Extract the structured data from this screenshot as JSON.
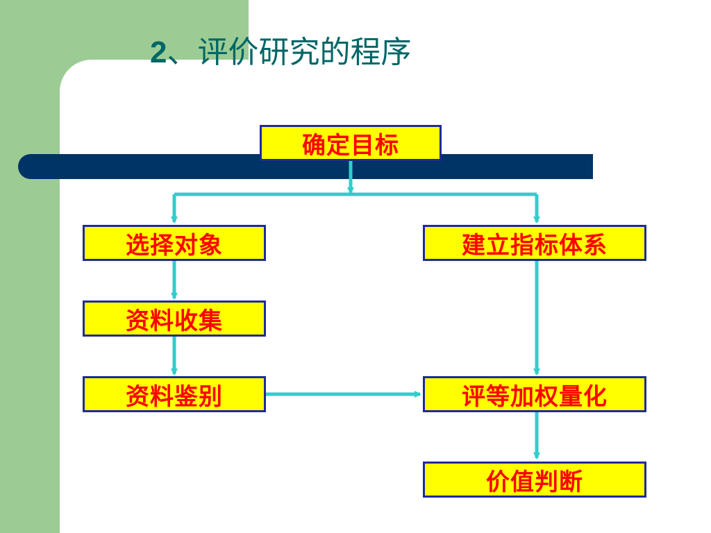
{
  "slide": {
    "title_number": "2",
    "title_text": "、评价研究的程序"
  },
  "flowchart": {
    "nodes": {
      "goal": "确定目标",
      "select_object": "选择对象",
      "build_index": "建立指标体系",
      "data_collect": "资料收集",
      "data_identify": "资料鉴别",
      "weight_quantify": "评等加权量化",
      "value_judge": "价值判断"
    },
    "edges": [
      [
        "确定目标",
        "选择对象"
      ],
      [
        "确定目标",
        "建立指标体系"
      ],
      [
        "选择对象",
        "资料收集"
      ],
      [
        "资料收集",
        "资料鉴别"
      ],
      [
        "资料鉴别",
        "评等加权量化"
      ],
      [
        "建立指标体系",
        "评等加权量化"
      ],
      [
        "评等加权量化",
        "价值判断"
      ]
    ]
  },
  "colors": {
    "sidebar": "#9ccc94",
    "bar": "#003366",
    "title": "#006666",
    "box_fill": "#ffff00",
    "box_border": "#1f2a99",
    "box_text": "#ff0000",
    "connector": "#33cccc"
  }
}
